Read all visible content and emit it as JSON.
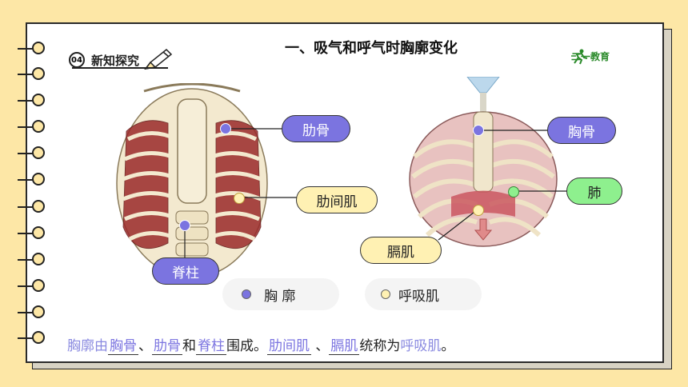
{
  "badge": {
    "number": "04",
    "label": "新知探究"
  },
  "title": "一、吸气和呼气时胸廓变化",
  "logo": {
    "text": "二一教育"
  },
  "left_labels": {
    "rib": "肋骨",
    "intercostal": "肋间肌",
    "spine": "脊柱"
  },
  "right_labels": {
    "sternum": "胸骨",
    "lung": "肺",
    "diaphragm": "膈肌"
  },
  "legend": {
    "thorax": "胸 廓",
    "respiratory_muscle": "呼吸肌"
  },
  "summary": {
    "s1": "胸廓由",
    "b1": "胸骨",
    "s2": "、",
    "b2": "肋骨",
    "s3": "和",
    "b3": "脊柱",
    "s4": "围成。",
    "b4": "肋间肌",
    "s5": " 、",
    "b5": "膈肌",
    "s6": "统称为",
    "s7": "呼吸肌",
    "s8": "。"
  },
  "colors": {
    "purple": "#7b74e0",
    "yellow": "#fff1b3",
    "green": "#8ef08e",
    "background": "#fde7a6"
  }
}
